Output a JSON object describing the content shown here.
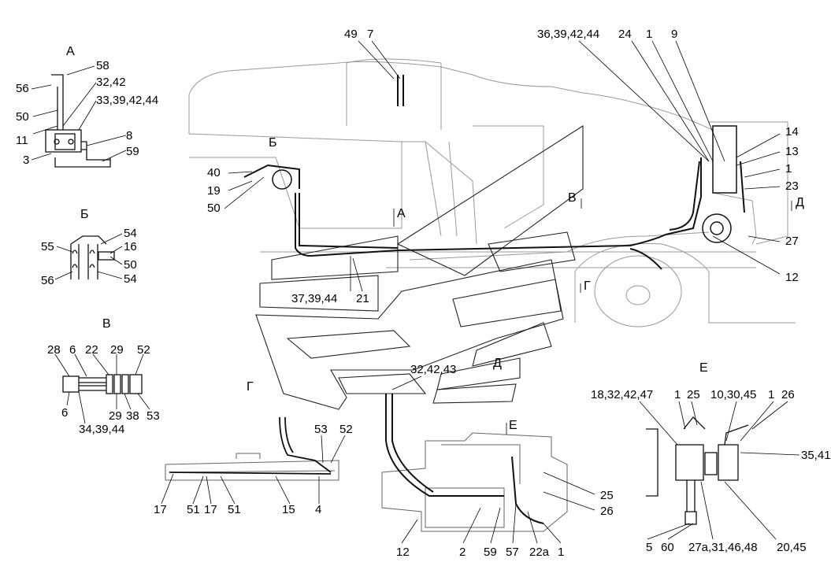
{
  "view_titles": {
    "A": "А",
    "B": "Б",
    "V": "В",
    "G": "Г",
    "D": "Д",
    "E": "Е"
  },
  "section_marks": {
    "A": "А",
    "B": "Б",
    "V": "В",
    "G": "Г",
    "D": "Д",
    "E": "Е"
  },
  "callouts_main": {
    "c49": "49",
    "c7": "7",
    "c36_39_42_44": "36,39,42,44",
    "c24": "24",
    "c1_top": "1",
    "c9": "9",
    "c14": "14",
    "c13": "13",
    "c1_right": "1",
    "c23": "23",
    "c27": "27",
    "c12_right": "12",
    "c40": "40",
    "c19": "19",
    "c50": "50",
    "c37_39_44": "37,39,44",
    "c21": "21"
  },
  "callouts_view_a": {
    "c58": "58",
    "c56": "56",
    "c32_42": "32,42",
    "c33_39_42_44": "33,39,42,44",
    "c50": "50",
    "c11": "11",
    "c8": "8",
    "c3": "3",
    "c59": "59"
  },
  "callouts_view_b": {
    "c55": "55",
    "c54_top": "54",
    "c16": "16",
    "c50": "50",
    "c56": "56",
    "c54_bottom": "54"
  },
  "callouts_view_v": {
    "c28": "28",
    "c6_top": "6",
    "c22": "22",
    "c29_top": "29",
    "c52": "52",
    "c6_bottom": "6",
    "c29_bottom": "29",
    "c38": "38",
    "c53": "53",
    "c34_39_44": "34,39,44"
  },
  "callouts_view_g": {
    "c53": "53",
    "c52": "52",
    "c17_a": "17",
    "c51_a": "51",
    "c17_b": "17",
    "c51_b": "51",
    "c15": "15",
    "c4": "4"
  },
  "callouts_view_d": {
    "c32_42_43": "32,42,43",
    "c25": "25",
    "c26": "26",
    "c12": "12",
    "c2": "2",
    "c59": "59",
    "c57": "57",
    "c22a": "22а",
    "c1": "1"
  },
  "callouts_view_e": {
    "c18_32_42_47": "18,32,42,47",
    "c1_a": "1",
    "c25": "25",
    "c10_30_45": "10,30,45",
    "c1_b": "1",
    "c26": "26",
    "c35_41": "35,41",
    "c5": "5",
    "c60": "60",
    "c27a": "27а,31,46,48",
    "c20_45": "20,45"
  }
}
